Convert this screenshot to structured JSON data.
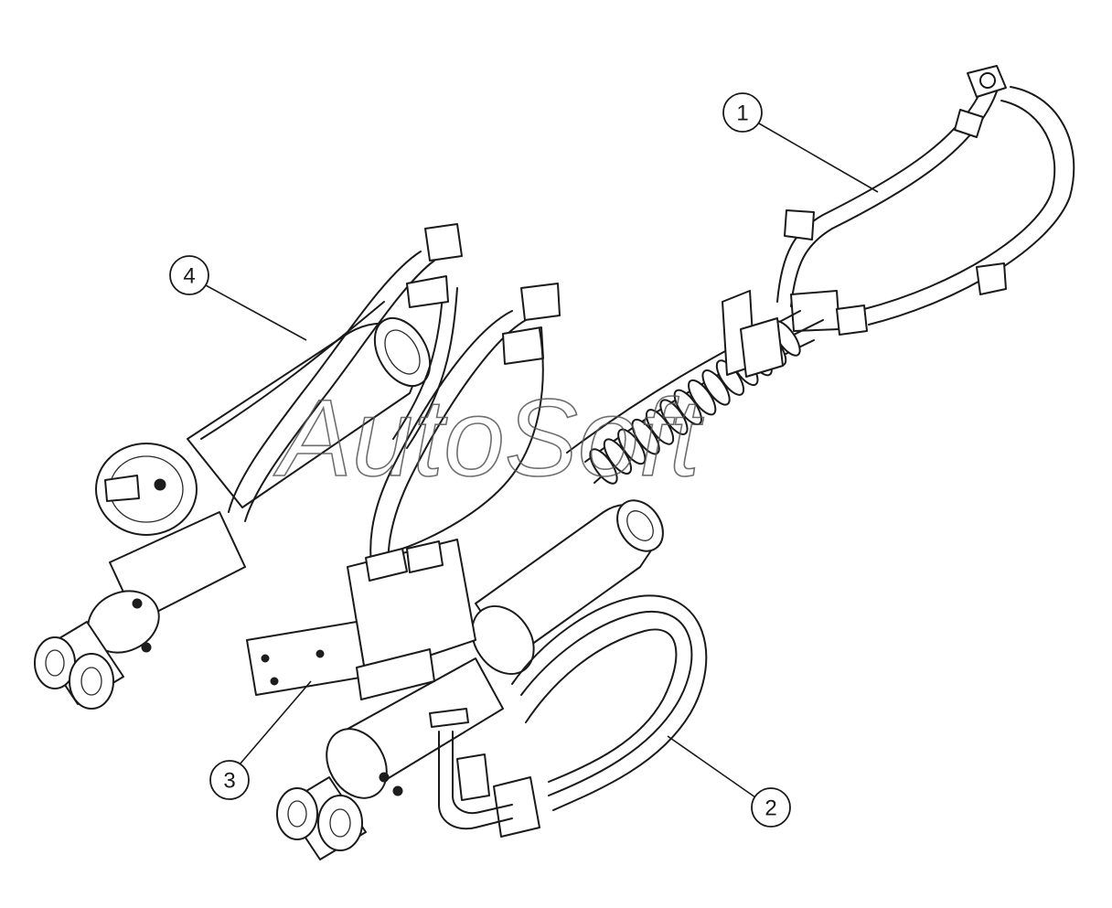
{
  "watermark": "AutoSoft",
  "callouts": [
    {
      "label": "1"
    },
    {
      "label": "2"
    },
    {
      "label": "3"
    },
    {
      "label": "4"
    }
  ]
}
